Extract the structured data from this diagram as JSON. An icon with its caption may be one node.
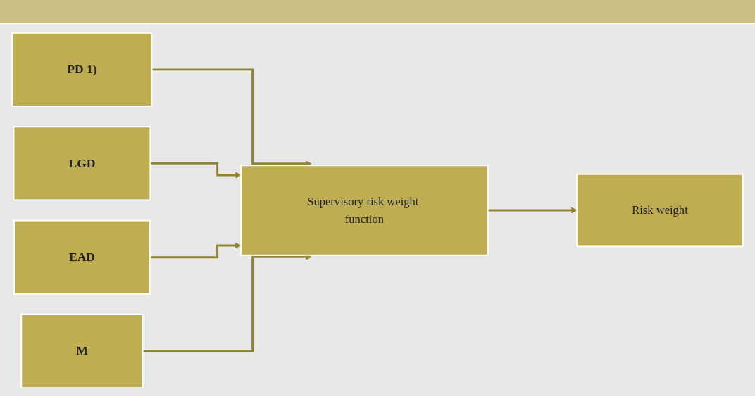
{
  "diagram": {
    "nodes": [
      {
        "text": [
          "PD 1)"
        ]
      },
      {
        "text": [
          "LGD"
        ]
      },
      {
        "text": [
          "EAD"
        ]
      },
      {
        "text": [
          "M"
        ]
      },
      {
        "text": [
          "Supervisory risk weight function"
        ]
      },
      {
        "text": [
          "Risk weight"
        ]
      }
    ],
    "edges": [
      {
        "from": 0,
        "to": 4,
        "arrow": "to"
      },
      {
        "from": 1,
        "to": 4,
        "arrow": "to"
      },
      {
        "from": 2,
        "to": 4,
        "arrow": "to"
      },
      {
        "from": 3,
        "to": 4,
        "arrow": "to"
      },
      {
        "from": 4,
        "to": 5,
        "arrow": "to"
      }
    ]
  }
}
